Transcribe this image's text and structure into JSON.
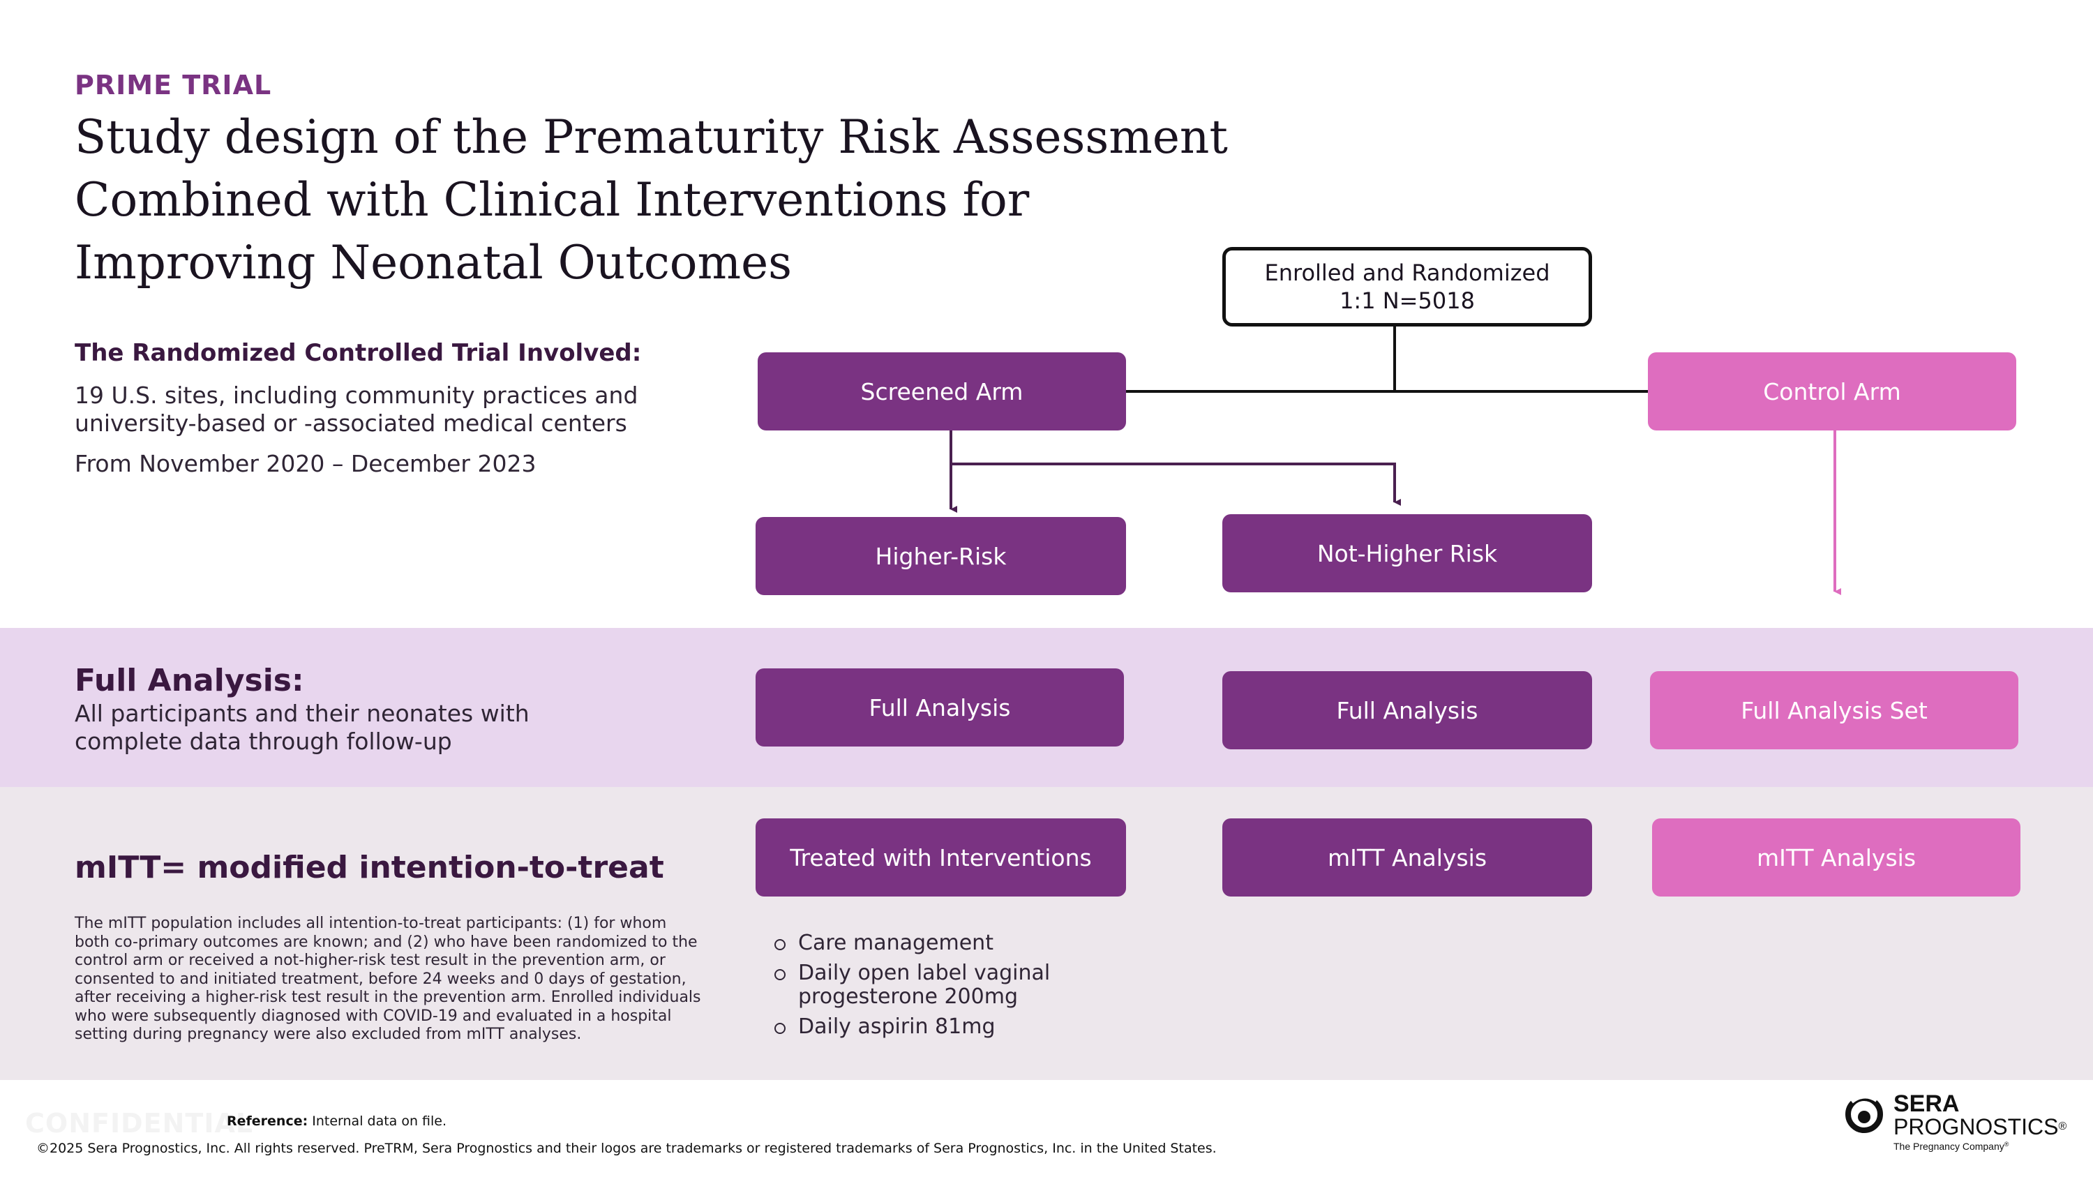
{
  "header": {
    "eyebrow": "PRIME TRIAL",
    "title": "Study design of the Prematurity Risk Assessment Combined with Clinical Interventions for Improving Neonatal Outcomes"
  },
  "trial": {
    "heading": "The Randomized Controlled Trial Involved:",
    "sites": "19 U.S. sites, including community practices and university-based or -associated medical centers",
    "period": "From November 2020 – December 2023"
  },
  "diagram": {
    "enrolled_line1": "Enrolled and Randomized",
    "enrolled_line2": "1:1 N=5018",
    "screened_arm": "Screened Arm",
    "control_arm": "Control Arm",
    "higher_risk": "Higher-Risk",
    "not_higher_risk": "Not-Higher Risk",
    "full_analysis_1": "Full Analysis",
    "full_analysis_2": "Full Analysis",
    "full_analysis_set": "Full Analysis Set",
    "treated": "Treated with Interventions",
    "mitt_1": "mITT Analysis",
    "mitt_2": "mITT Analysis"
  },
  "full_analysis": {
    "heading": "Full Analysis:",
    "description": "All participants and their neonates with complete data through follow-up"
  },
  "mitt": {
    "heading": "mITT= modified intention-to-treat",
    "description": "The mITT population includes all intention-to-treat participants: (1) for whom both co-primary outcomes are known; and (2) who have been randomized to the control arm or received a not-higher-risk test result in the prevention arm, or consented to and initiated treatment, before 24 weeks and 0 days of gestation, after receiving a higher-risk test result in the prevention arm. Enrolled individuals who were subsequently diagnosed with COVID-19 and evaluated in a hospital setting during pregnancy were also excluded from mITT analyses."
  },
  "interventions": [
    "Care management",
    "Daily open label vaginal progesterone 200mg",
    "Daily aspirin 81mg"
  ],
  "footer": {
    "confidential": "CONFIDENTIAL",
    "reference_label": "Reference:",
    "reference_text": "Internal data on file.",
    "copyright": "©2025 Sera Prognostics, Inc. All rights reserved. PreTRM, Sera Prognostics and their logos are trademarks or registered trademarks of Sera Prognostics, Inc. in the United States."
  },
  "logo": {
    "line1": "SERA",
    "line2": "PROGNOSTICS",
    "registered": "®",
    "tagline": "The Pregnancy Company",
    "tagline_mark": "®"
  },
  "colors": {
    "screened": "#7a3382",
    "control": "#de6dbf",
    "band_full": "#e8d6ee",
    "band_mitt": "#ede7ec",
    "eyebrow": "#7a3382"
  }
}
